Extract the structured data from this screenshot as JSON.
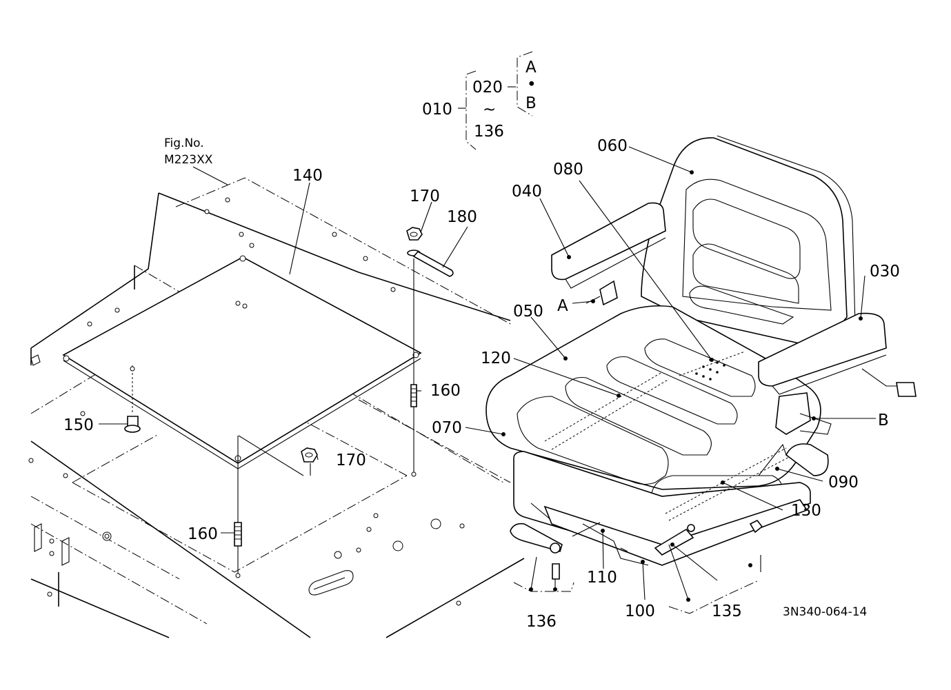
{
  "figure": {
    "fig_no_label": "Fig.No.",
    "fig_no_value": "M223XX",
    "drawing_code": "3N340-064-14"
  },
  "assembly": {
    "main": "010",
    "sub": "020",
    "range_symbol": "~",
    "range_end": "136",
    "variant_a": "A",
    "variant_sep": "•",
    "variant_b": "B"
  },
  "callouts": {
    "p030": "030",
    "p040": "040",
    "p050": "050",
    "p060": "060",
    "p070": "070",
    "p080": "080",
    "p090": "090",
    "p100": "100",
    "p110": "110",
    "p120": "120",
    "p130": "130",
    "p135": "135",
    "p136": "136",
    "p140": "140",
    "p150": "150",
    "p160a": "160",
    "p160b": "160",
    "p170a": "170",
    "p170b": "170",
    "p180": "180",
    "ref_a": "A",
    "ref_b": "B"
  }
}
